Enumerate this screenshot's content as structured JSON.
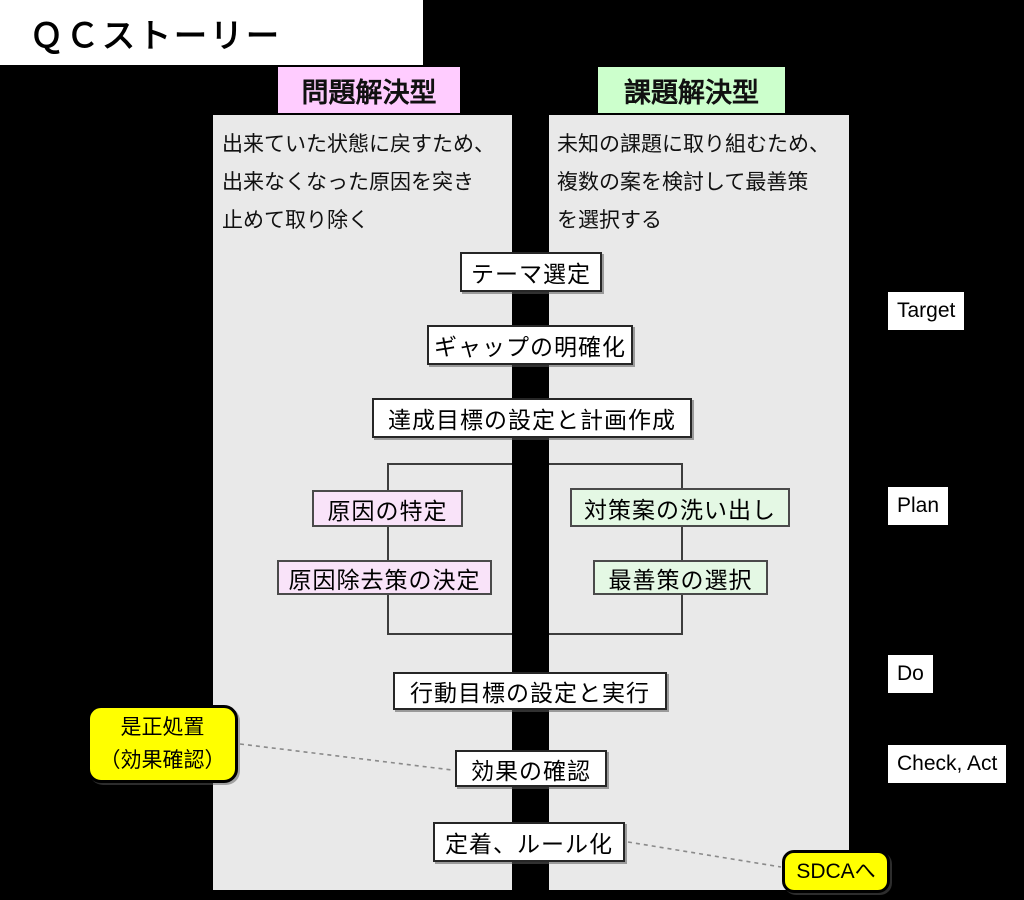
{
  "title": "ＱＣストーリー",
  "left_column": {
    "header": "問題解決型",
    "description": "出来ていた状態に戻すため、\n出来なくなった原因を突き\n止めて取り除く"
  },
  "right_column": {
    "header": "課題解決型",
    "description": "未知の課題に取り組むため、\n複数の案を検討して最善策\nを選択する"
  },
  "flow": {
    "theme_selection": "テーマ選定",
    "gap_clarification": "ギャップの明確化",
    "goal_and_plan": "達成目標の設定と計画作成",
    "left_branch": [
      "原因の特定",
      "原因除去策の決定"
    ],
    "right_branch": [
      "対策案の洗い出し",
      "最善策の選択"
    ],
    "action_execution": "行動目標の設定と実行",
    "effect_check": "効果の確認",
    "standardization": "定着、ルール化"
  },
  "phase_labels": {
    "target": "Target",
    "plan": "Plan",
    "do": "Do",
    "check_act": "Check, Act"
  },
  "callouts": {
    "corrective_action": "是正処置\n（効果確認）",
    "sdca": "SDCAへ"
  },
  "colors": {
    "background": "#000000",
    "column_bg": "#E9E9E9",
    "problem_header_bg": "#FFCCFF",
    "task_header_bg": "#CCFFCC",
    "problem_box_bg": "#F9E3F9",
    "task_box_bg": "#E4F8E4",
    "callout_bg": "#FFFF00"
  }
}
